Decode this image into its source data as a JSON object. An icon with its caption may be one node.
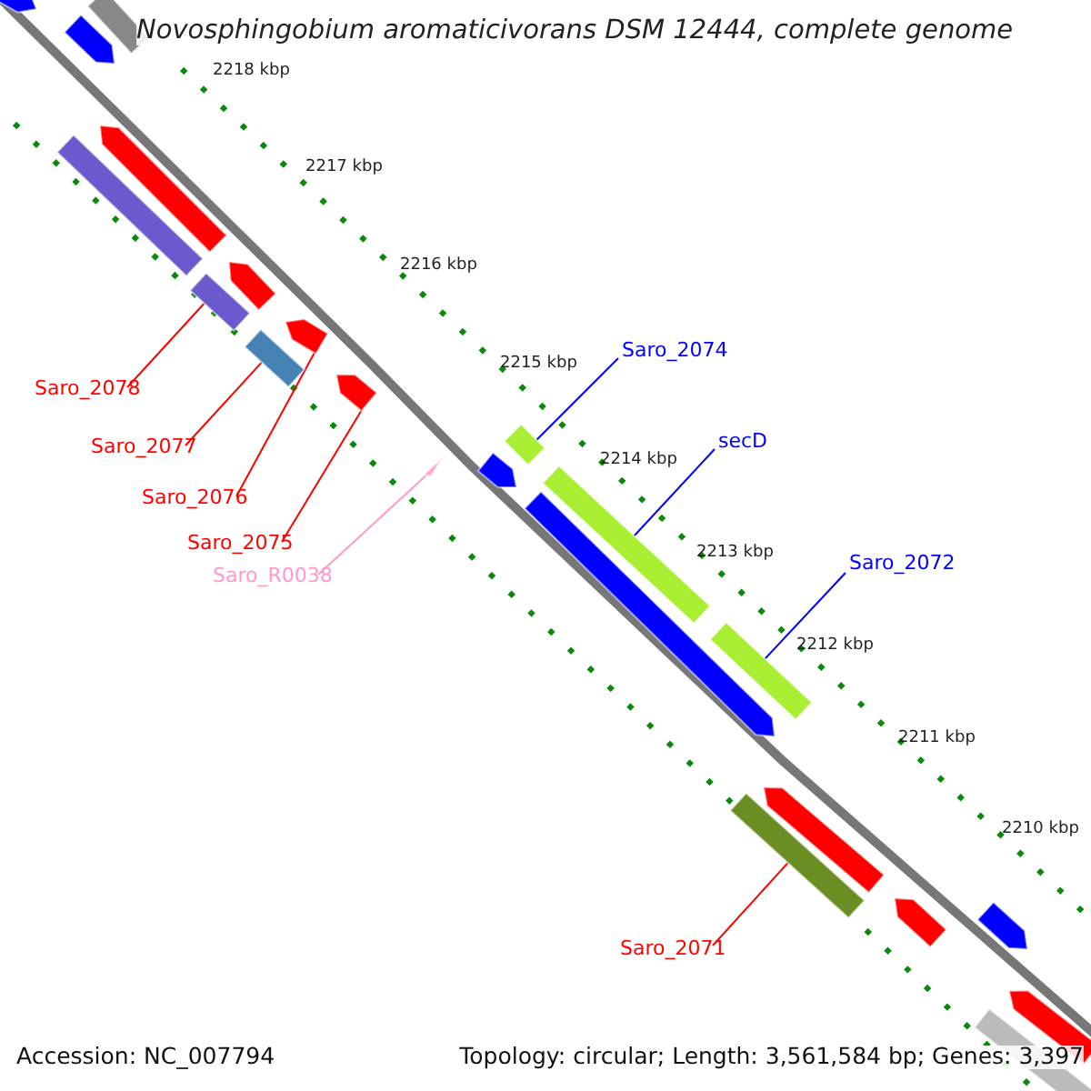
{
  "diagram": {
    "title": "Novosphingobium aromaticivorans DSM 12444, complete genome",
    "nodes": [
      {
        "text": [
          "Saro_2078"
        ]
      },
      {
        "text": [
          "Saro_2077"
        ]
      },
      {
        "text": [
          "Saro_2076"
        ]
      },
      {
        "text": [
          "Saro_2075"
        ]
      },
      {
        "text": [
          "Saro_R0038"
        ]
      },
      {
        "text": [
          "Saro_2074"
        ]
      },
      {
        "text": [
          "secD"
        ]
      },
      {
        "text": [
          "Saro_2072"
        ]
      },
      {
        "text": [
          "Saro_2071"
        ]
      },
      {
        "text": [],
        "shape": "bar"
      },
      {
        "text": [],
        "shape": "bar"
      },
      {
        "text": [],
        "shape": "bar"
      },
      {
        "text": [],
        "shape": "bar"
      },
      {
        "text": [],
        "shape": "triangle"
      },
      {
        "text": [],
        "shape": "bar"
      },
      {
        "text": [],
        "shape": "bar"
      },
      {
        "text": [],
        "shape": "bar"
      },
      {
        "text": [],
        "shape": "bar"
      },
      {
        "text": [],
        "shape": "bar"
      },
      {
        "text": [],
        "shape": "bar"
      },
      {
        "text": [],
        "shape": "bar"
      },
      {
        "text": [],
        "shape": "bar"
      },
      {
        "text": [],
        "shape": "bar"
      },
      {
        "text": [],
        "shape": "bar"
      },
      {
        "text": [],
        "shape": "bar"
      },
      {
        "text": [],
        "shape": "bar"
      },
      {
        "text": [],
        "shape": "bar"
      },
      {
        "text": [],
        "shape": "bar"
      },
      {
        "text": [],
        "shape": "bar"
      },
      {
        "text": [],
        "shape": "bar"
      },
      {
        "text": [],
        "shape": "bar"
      }
    ],
    "edges": [
      {
        "from": 0,
        "to": 9,
        "arrow": "none"
      },
      {
        "from": 1,
        "to": 10,
        "arrow": "none"
      },
      {
        "from": 2,
        "to": 11,
        "arrow": "none"
      },
      {
        "from": 3,
        "to": 12,
        "arrow": "none"
      },
      {
        "from": 4,
        "to": 13,
        "arrow": "none",
        "color": "#ff99cc"
      },
      {
        "from": 5,
        "to": 14,
        "arrow": "none",
        "color": "#0000ff"
      },
      {
        "from": 6,
        "to": 15,
        "arrow": "none",
        "color": "#0000ff"
      },
      {
        "from": 7,
        "to": 16,
        "arrow": "none",
        "color": "#0000ff"
      },
      {
        "from": 8,
        "to": 17,
        "arrow": "none"
      }
    ],
    "labels": [
      "2218 kbp",
      "2217 kbp",
      "2216 kbp",
      "2215 kbp",
      "2214 kbp",
      "2213 kbp",
      "2212 kbp",
      "2211 kbp",
      "2210 kbp",
      "Accession: NC_007794",
      "Topology: circular; Length: 3,561,584 bp; Genes: 3,397"
    ]
  }
}
